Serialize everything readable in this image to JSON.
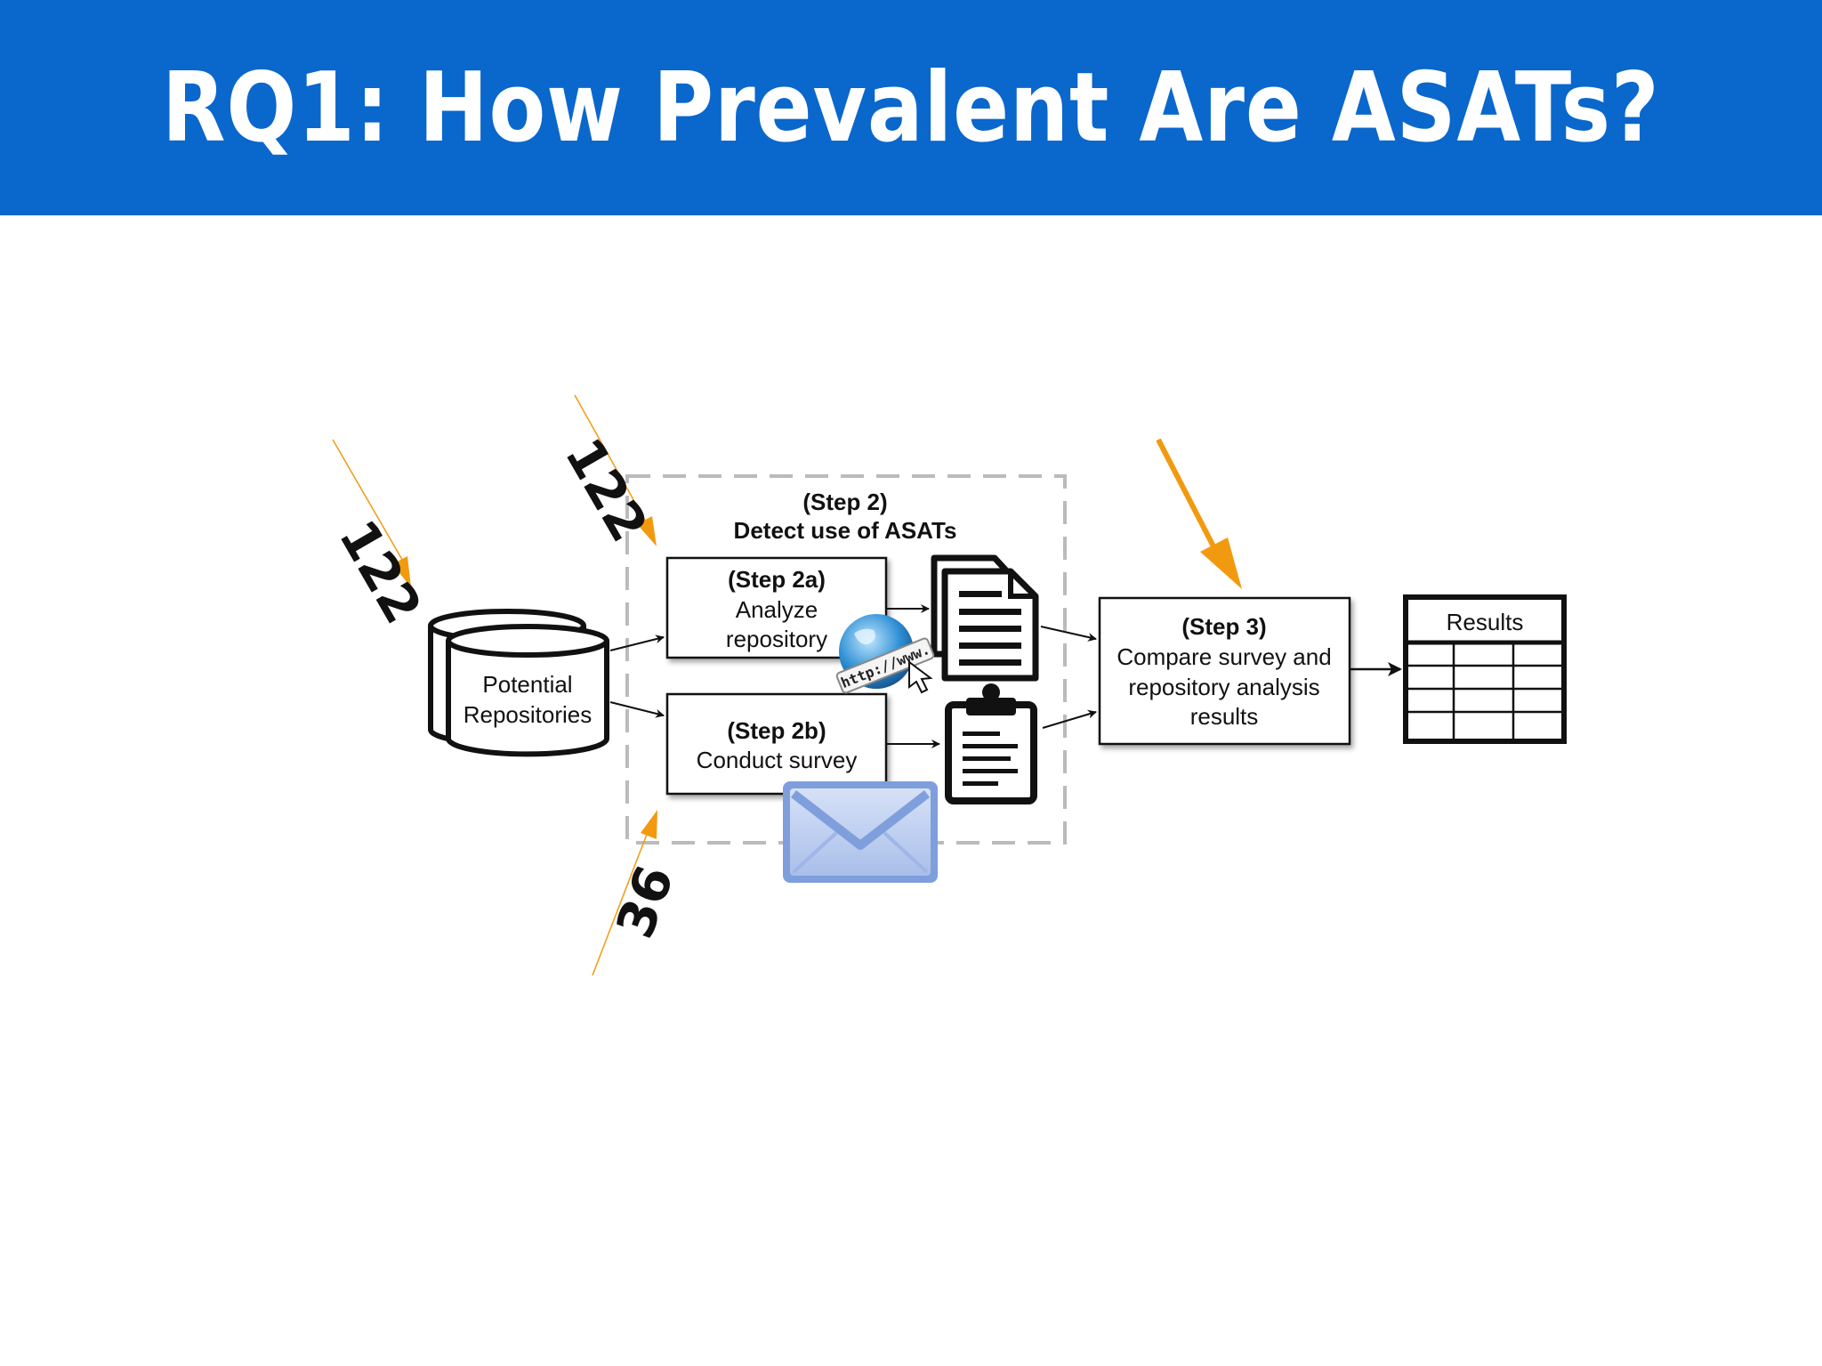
{
  "slide": {
    "title": "RQ1: How Prevalent Are ASATs?"
  },
  "diagram": {
    "potential_repositories": {
      "line1": "Potential",
      "line2": "Repositories"
    },
    "step2": {
      "title": "(Step 2)",
      "subtitle": "Detect use of ASATs"
    },
    "step2a": {
      "title": "(Step 2a)",
      "line1": "Analyze",
      "line2": "repository"
    },
    "step2b": {
      "title": "(Step 2b)",
      "line1": "Conduct survey"
    },
    "step3": {
      "title": "(Step 3)",
      "line1": "Compare survey and",
      "line2": "repository analysis",
      "line3": "results"
    },
    "results": {
      "label": "Results"
    },
    "url_icon_text": "http://www."
  },
  "annotations": {
    "count_repositories": "122",
    "count_analyzed": "122",
    "count_survey": "36",
    "arrow_color": "#f29a0f"
  },
  "colors": {
    "header_bg": "#0a67cc",
    "header_text": "#ffffff",
    "envelope": "#7f9fdc",
    "globe": "#2f8fd4"
  }
}
